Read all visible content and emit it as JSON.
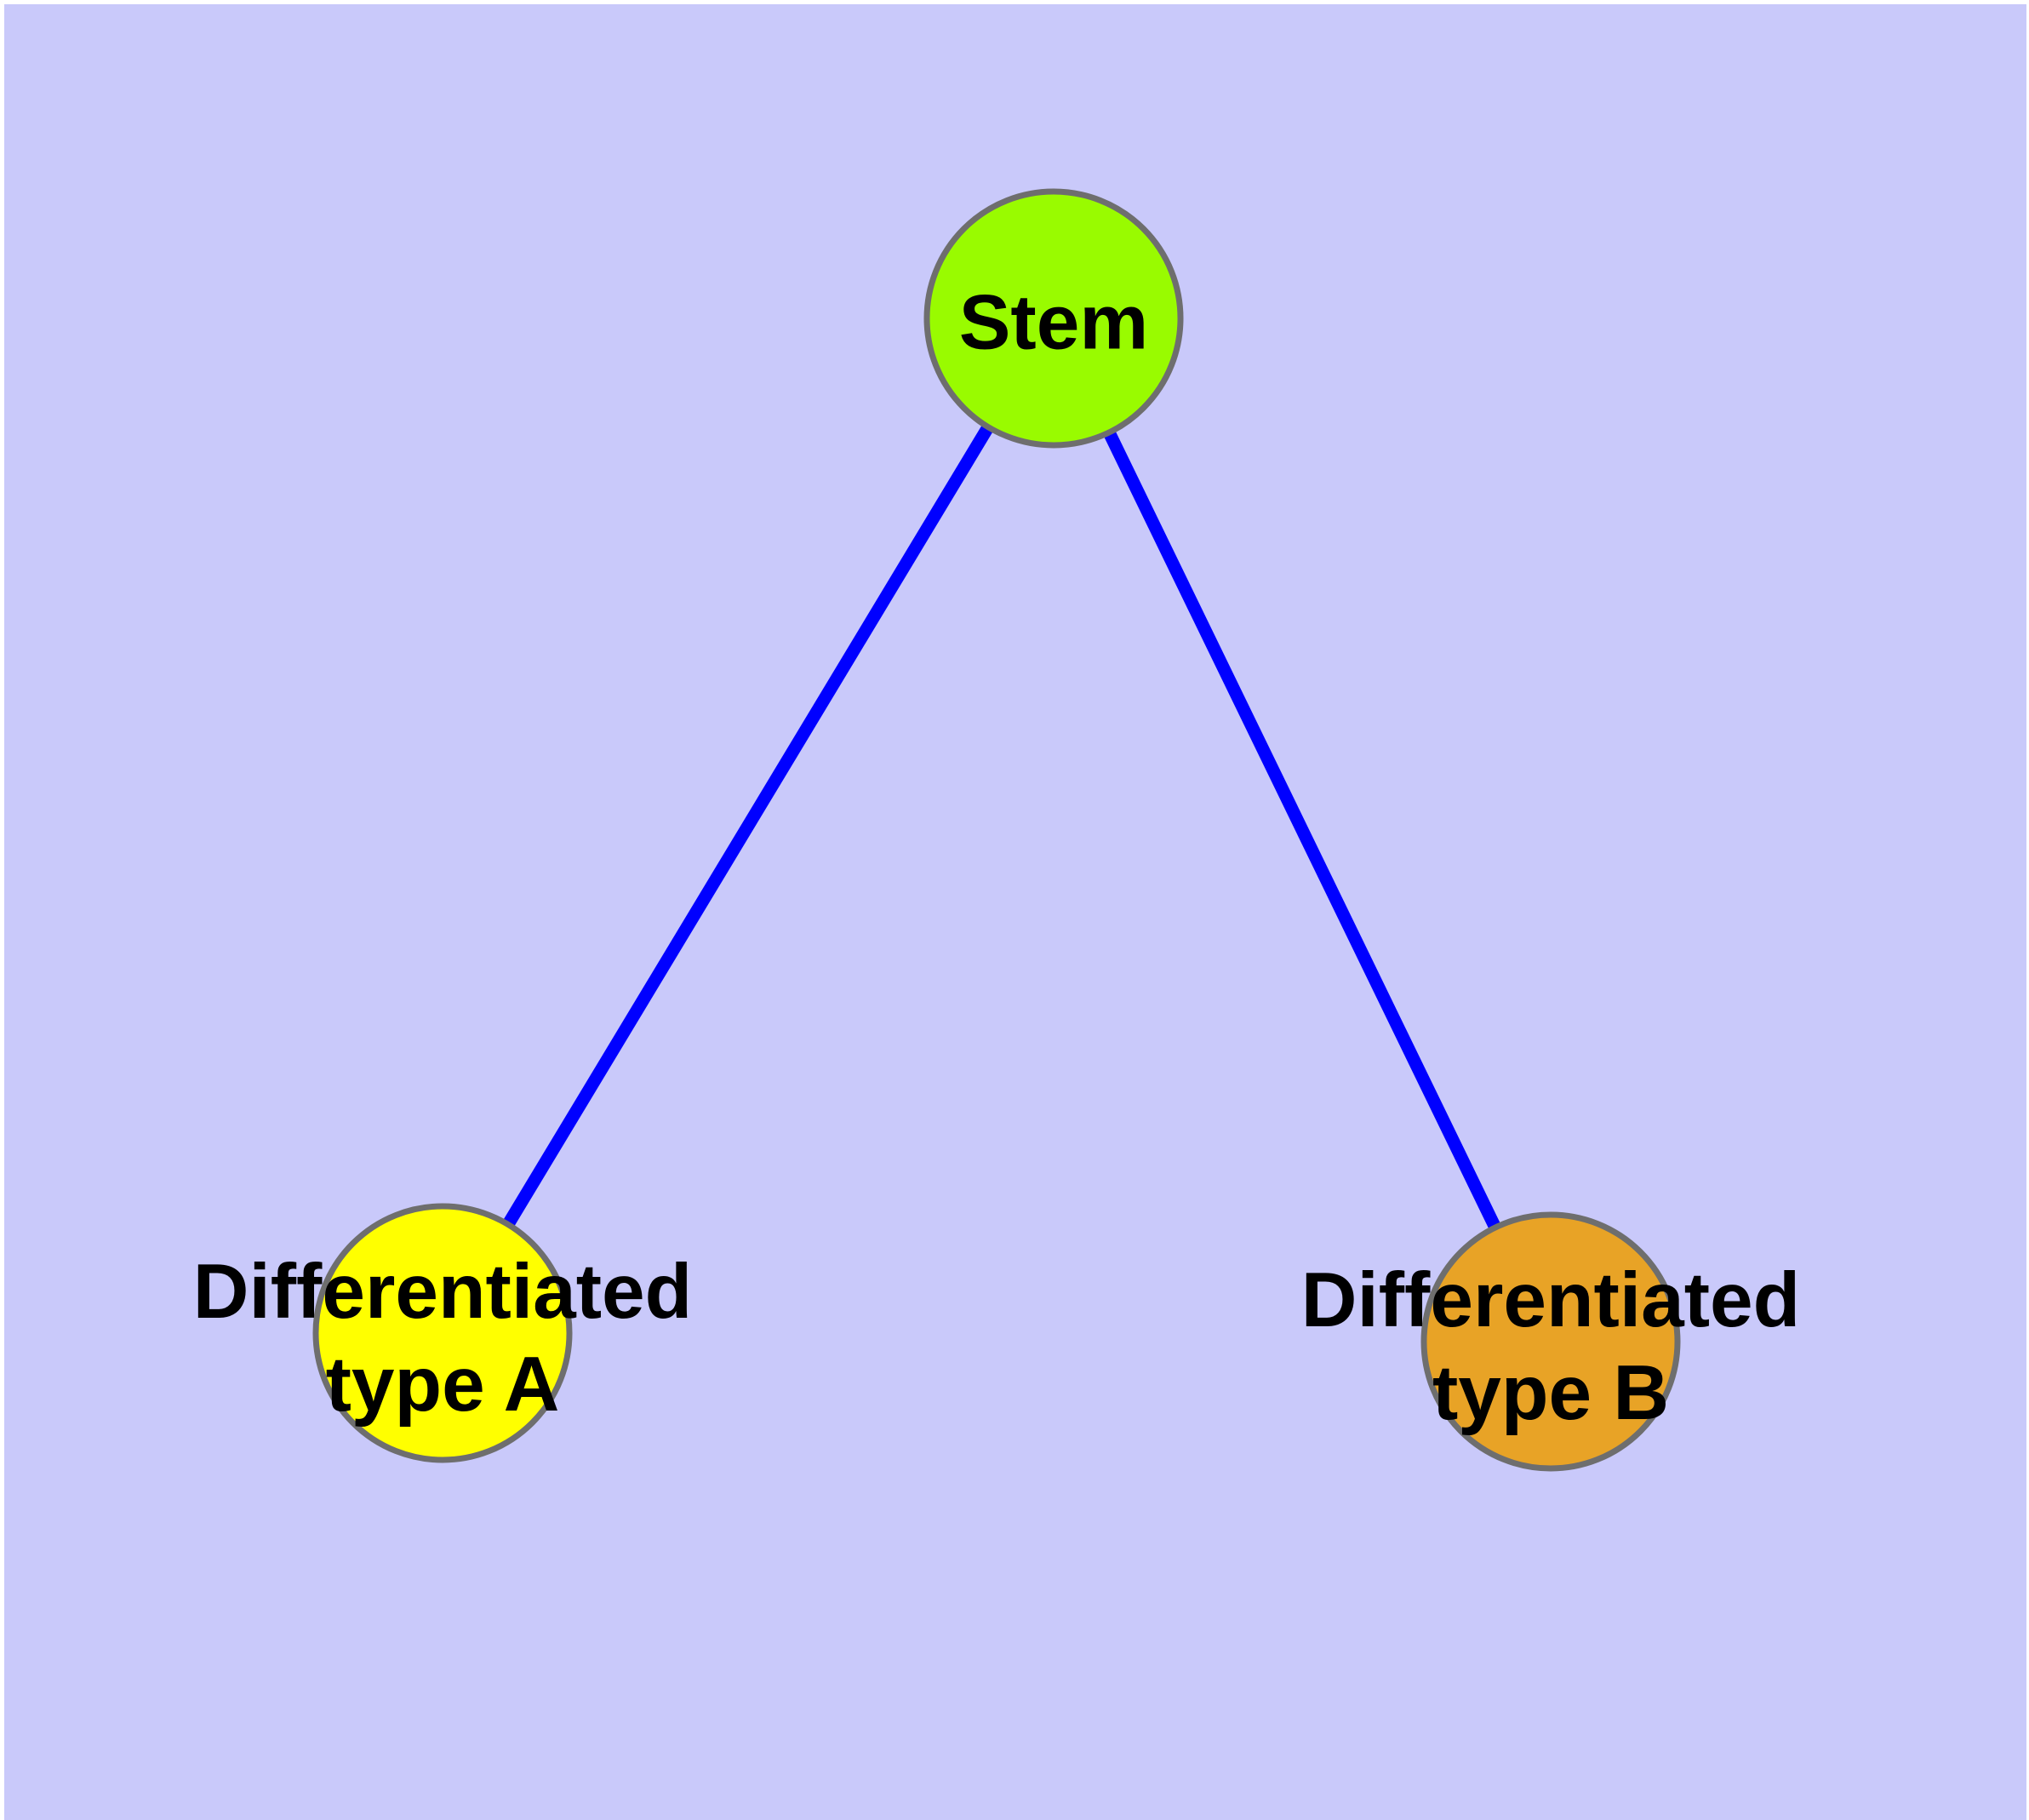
{
  "diagram": {
    "type": "node-link-graph",
    "background_color": "#C9C9FA",
    "outer_margin_color": "#FFFFFF",
    "edge_color": "#0000FF",
    "node_border_color": "#6E6E6E",
    "label_color": "#000000",
    "nodes": [
      {
        "id": "stem",
        "label": "Stem",
        "fill_color": "#99FB00"
      },
      {
        "id": "differentiated-type-a",
        "label": "Differentiated\ntype A",
        "fill_color": "#FFFF00"
      },
      {
        "id": "differentiated-type-b",
        "label": "Differentiated\ntype B",
        "fill_color": "#E8A326"
      }
    ],
    "edges": [
      {
        "from": "stem",
        "to": "differentiated-type-a"
      },
      {
        "from": "stem",
        "to": "differentiated-type-b"
      }
    ]
  }
}
